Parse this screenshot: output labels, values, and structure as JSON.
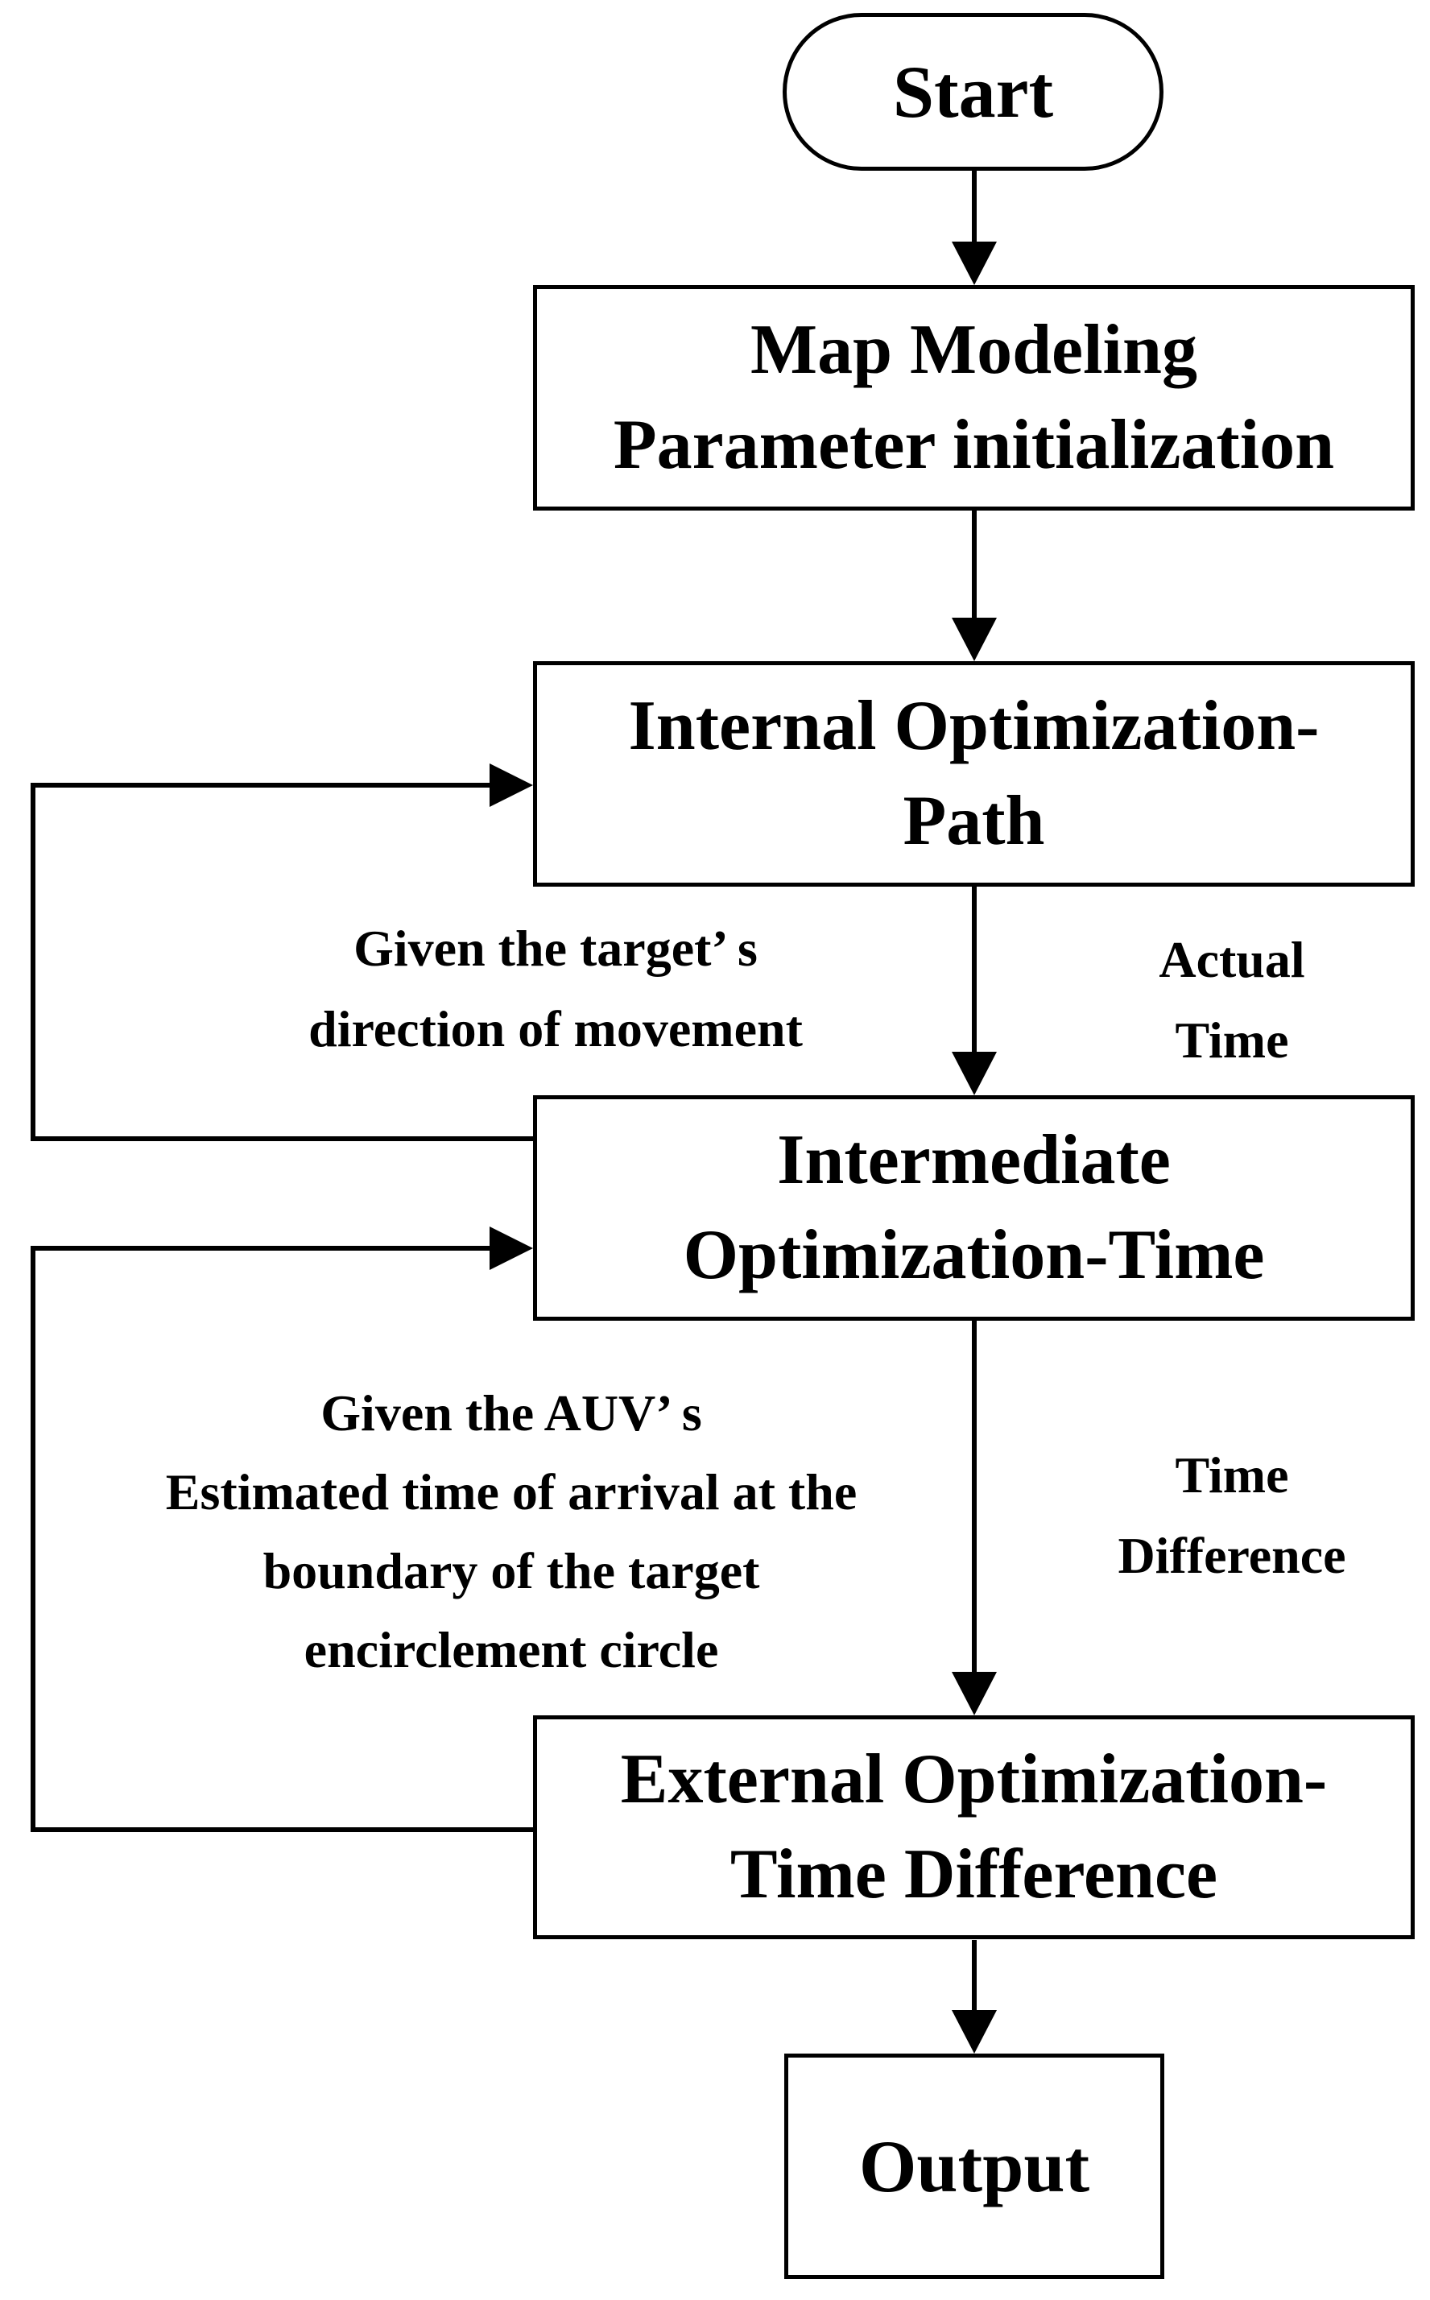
{
  "nodes": {
    "start": {
      "label": "Start"
    },
    "map_modeling": {
      "line1": "Map Modeling",
      "line2": "Parameter initialization"
    },
    "internal": {
      "line1": "Internal Optimization-",
      "line2": "Path"
    },
    "intermediate": {
      "line1": "Intermediate",
      "line2": "Optimization-Time"
    },
    "external": {
      "line1": "External Optimization-",
      "line2": "Time Difference"
    },
    "output": {
      "label": "Output"
    }
  },
  "annotations": {
    "target_direction": {
      "line1": "Given the target’ s",
      "line2": "direction of movement"
    },
    "actual_time": {
      "line1": "Actual",
      "line2": "Time"
    },
    "auv_eta": {
      "line1": "Given the AUV’ s",
      "line2": "Estimated time of arrival at the",
      "line3": "boundary of the target",
      "line4": "encirclement circle"
    },
    "time_difference": {
      "line1": "Time",
      "line2": "Difference"
    }
  },
  "colors": {
    "line": "#000000",
    "text": "#000000",
    "background": "#ffffff"
  }
}
